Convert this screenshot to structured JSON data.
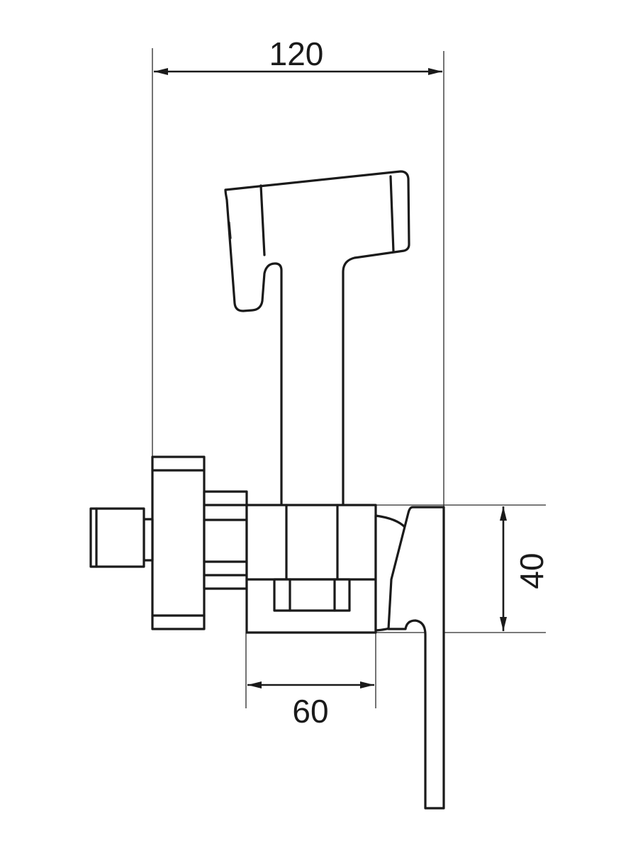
{
  "dimensions": {
    "overall_width": "120",
    "body_depth": "60",
    "body_height": "40"
  },
  "colors": {
    "line": "#1a1a1a",
    "background": "#ffffff"
  }
}
